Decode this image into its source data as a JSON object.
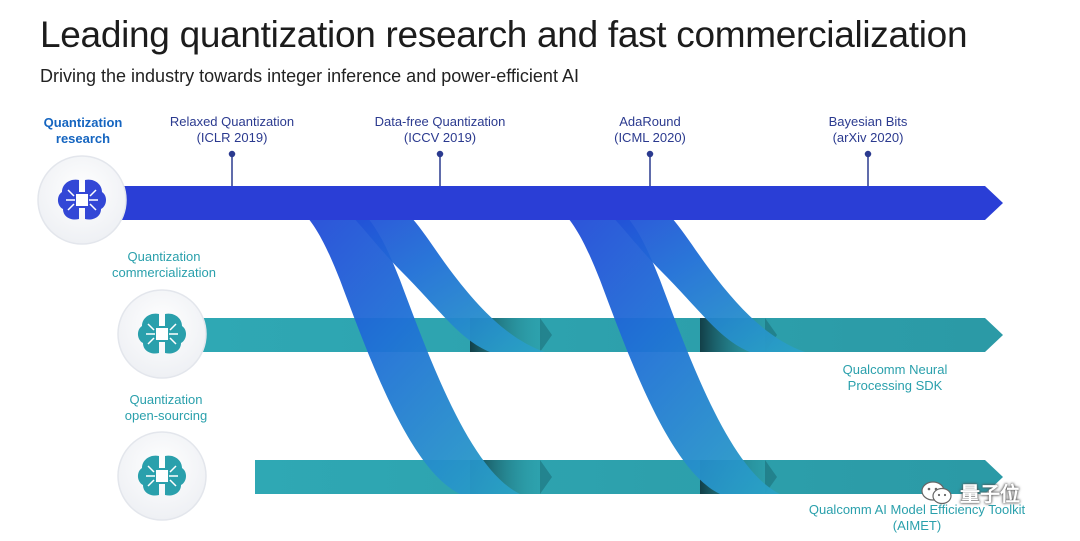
{
  "title": "Leading quantization research and fast commercialization",
  "subtitle": "Driving the industry towards integer inference and power-efficient AI",
  "lanes": [
    {
      "label": "Quantization\nresearch",
      "icon": "brain-chip-icon",
      "color": "#2a3ed6"
    },
    {
      "label": "Quantization\ncommercialization",
      "icon": "brain-chip-icon",
      "color": "#30a7b3"
    },
    {
      "label": "Quantization\nopen-sourcing",
      "icon": "brain-chip-icon",
      "color": "#30a7b3"
    }
  ],
  "milestones": [
    {
      "name": "Relaxed Quantization",
      "venue": "(ICLR 2019)"
    },
    {
      "name": "Data-free Quantization",
      "venue": "(ICCV 2019)"
    },
    {
      "name": "AdaRound",
      "venue": "(ICML 2020)"
    },
    {
      "name": "Bayesian Bits",
      "venue": "(arXiv 2020)"
    }
  ],
  "outputs": [
    {
      "line1": "Qualcomm Neural",
      "line2": "Processing SDK"
    },
    {
      "line1": "Qualcomm AI Model Efficiency Toolkit",
      "line2": "(AIMET)"
    }
  ],
  "watermark": "量子位",
  "colors": {
    "research": "#2a3ed6",
    "teal": "#30a7b3",
    "dark_teal": "#1d6f7a"
  }
}
